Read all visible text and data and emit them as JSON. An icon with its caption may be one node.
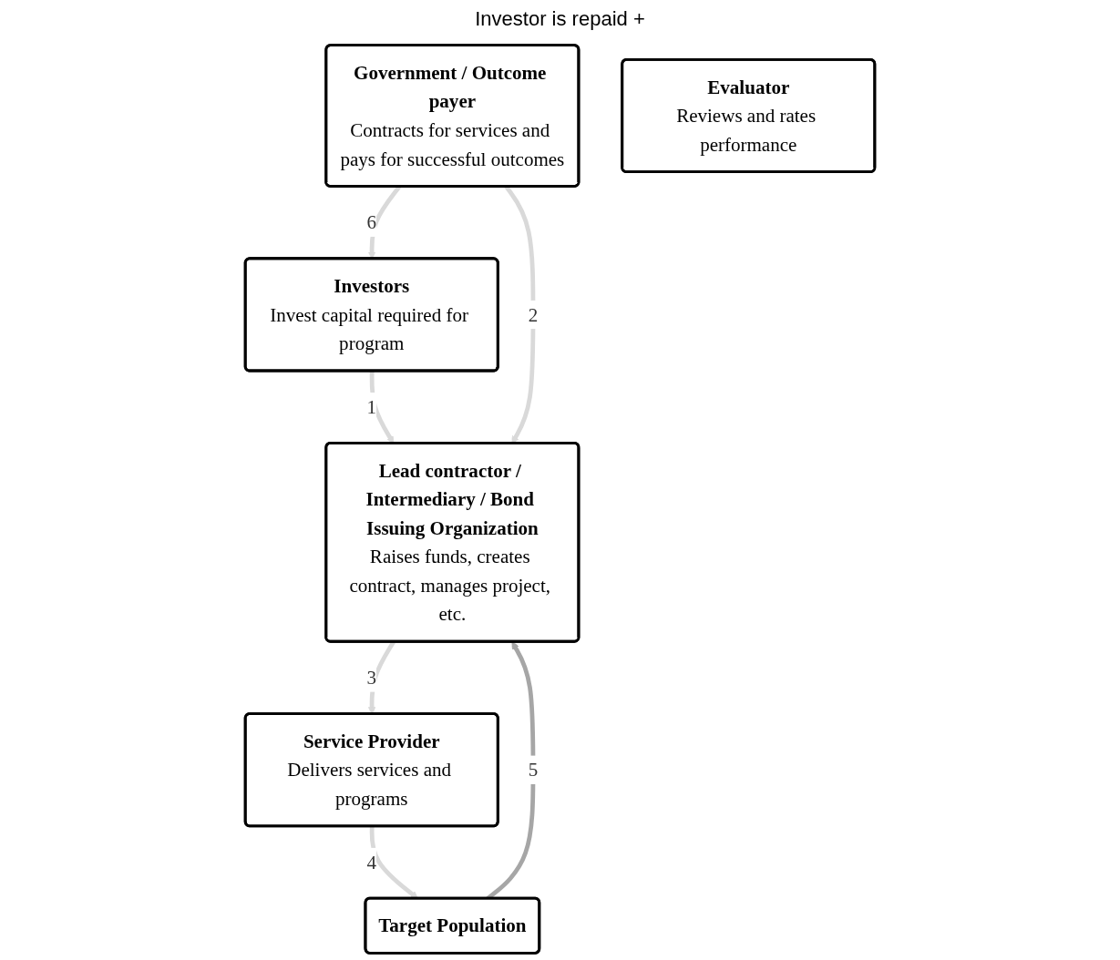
{
  "diagram": {
    "nodes": [
      {
        "text": [
          "Investors",
          "Invest capital required for program"
        ]
      },
      {
        "text": [
          "Government / Outcome payer",
          "Contracts for services and pays for successful outcomes"
        ]
      },
      {
        "text": [
          "Lead contractor / Intermediary / Bond Issuing Organization",
          "Raises funds, creates contract, manages project, etc."
        ]
      },
      {
        "text": [
          "Service Provider",
          "Delivers services and programs"
        ]
      },
      {
        "text": [
          "Target Population"
        ]
      },
      {
        "text": [
          "Evaluator",
          "Reviews and rates performance"
        ]
      }
    ],
    "edges": [
      {
        "from": 0,
        "to": 2,
        "arrow": "to",
        "label": "1"
      },
      {
        "from": 1,
        "to": 2,
        "arrow": "to",
        "label": "2"
      },
      {
        "from": 2,
        "to": 3,
        "arrow": "to",
        "label": "3"
      },
      {
        "from": 3,
        "to": 4,
        "arrow": "to",
        "label": "4"
      },
      {
        "from": 4,
        "to": 2,
        "arrow": "to",
        "label": "5",
        "color": "#a6a6a6"
      },
      {
        "from": 1,
        "to": 0,
        "arrow": "to",
        "label": "6"
      }
    ],
    "labels": [
      "Investor is repaid +"
    ]
  }
}
